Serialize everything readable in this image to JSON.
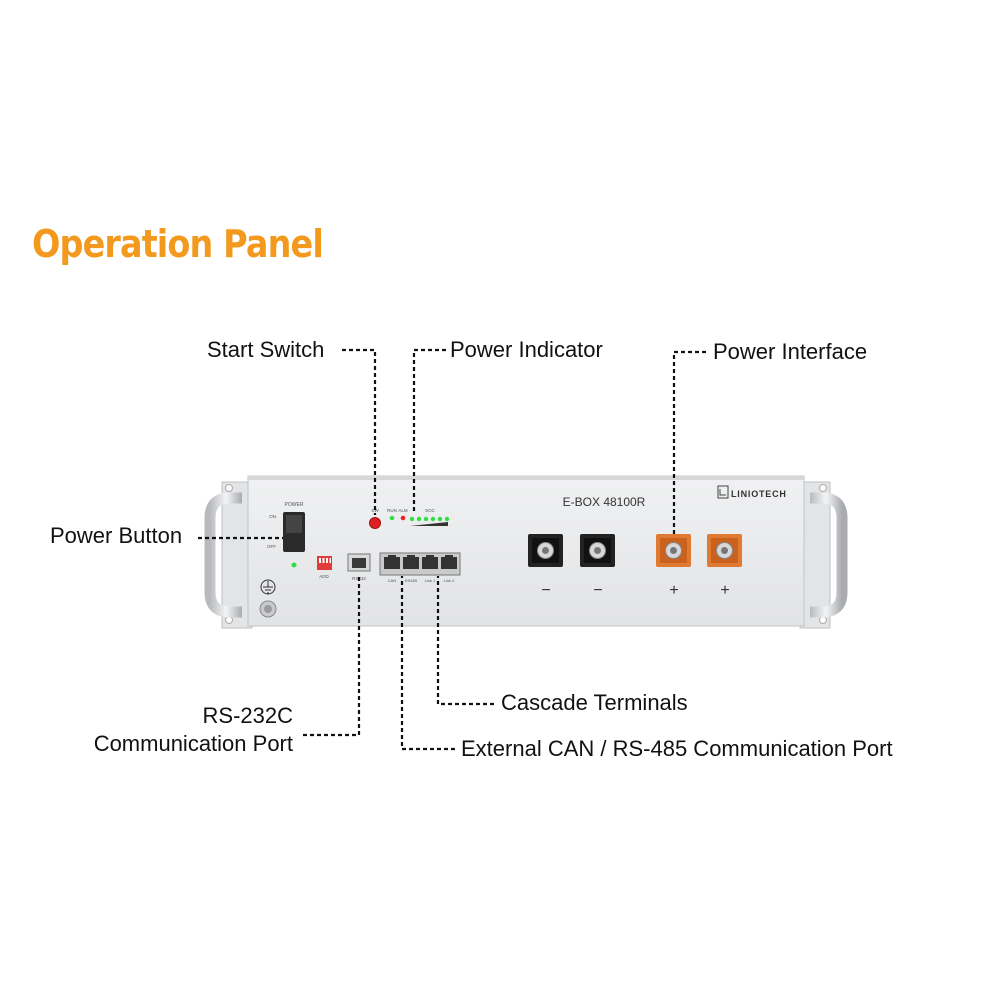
{
  "title": "Operation Panel",
  "labels": {
    "start_switch": "Start Switch",
    "power_indicator": "Power Indicator",
    "power_interface": "Power Interface",
    "power_button": "Power Button",
    "rs232_line1": "RS-232C",
    "rs232_line2": "Communication Port",
    "cascade_terminals": "Cascade Terminals",
    "external_can": "External CAN / RS-485 Communication Port"
  },
  "device": {
    "model": "E-BOX 48100R",
    "brand": "LINIOTECH",
    "power_switch_label": "POWER",
    "switch_on": "ON",
    "switch_off": "OFF",
    "dip_label": "ADD",
    "rs232_port_label": "RS232",
    "sw_label": "SW",
    "run_label": "RUN",
    "alm_label": "ALM",
    "soc_label": "SOC",
    "port_labels": [
      "CAN",
      "RS485",
      "Link 1",
      "Link 2"
    ],
    "terminal_signs": [
      "−",
      "−",
      "+",
      "+"
    ]
  },
  "colors": {
    "title": "#f39a1e",
    "panel": "#e8e9eb",
    "negative_terminal": "#222222",
    "positive_terminal": "#e07a32",
    "start_switch": "#e02020",
    "led_green": "#33dd44",
    "led_red": "#ee2222"
  }
}
